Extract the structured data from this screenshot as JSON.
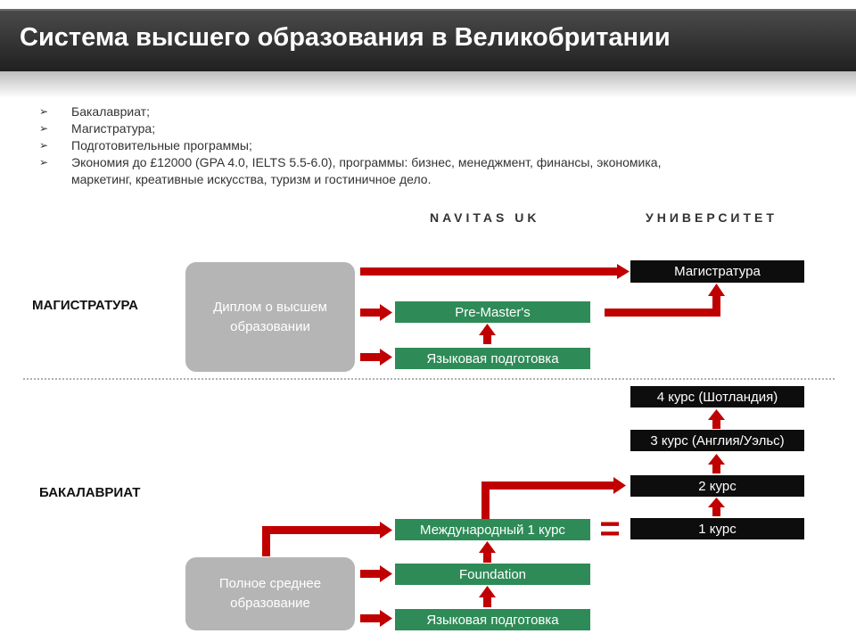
{
  "header": {
    "title": "Система высшего образования в Великобритании"
  },
  "bullets": [
    "Бакалавриат;",
    "Магистратура;",
    "Подготовительные программы;",
    "Экономия до £12000 (GPA 4.0, IELTS 5.5-6.0), программы: бизнес, менеджмент, финансы, экономика, маркетинг, креативные искусства, туризм и гостиничное дело."
  ],
  "columns": {
    "navitas": "NAVITAS UK",
    "university": "УНИВЕРСИТЕТ"
  },
  "sections": {
    "masters": "МАГИСТРАТУРА",
    "bachelors": "БАКАЛАВРИАТ"
  },
  "masters": {
    "source": "Диплом о высшем образовании",
    "premaster": "Pre-Master's",
    "language": "Языковая подготовка",
    "target": "Магистратура"
  },
  "bachelors": {
    "source": "Полное среднее образование",
    "intl_year": "Международный 1 курс",
    "foundation": "Foundation",
    "language": "Языковая подготовка",
    "equals": "=",
    "course1": "1 курс",
    "course2": "2 курс",
    "course3": "3 курс (Англия/Уэльс)",
    "course4": "4 курс (Шотландия)"
  },
  "colors": {
    "accent": "#c00000",
    "green": "#2e8b57",
    "black": "#0d0d0d",
    "grey": "#b5b5b5"
  }
}
